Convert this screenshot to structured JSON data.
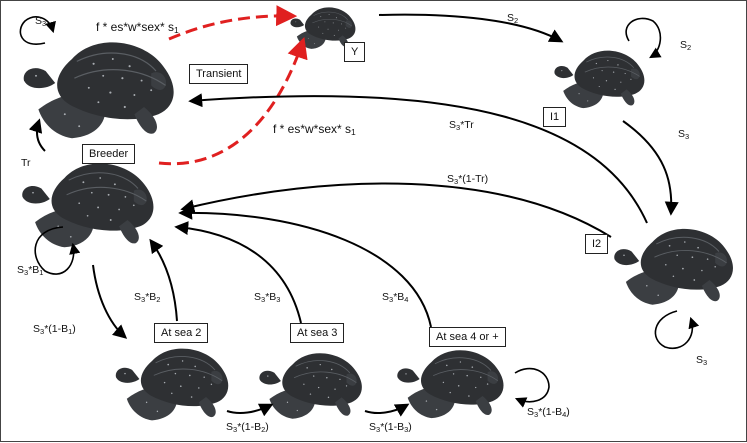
{
  "stages": {
    "y": "Y",
    "transient": "Transient",
    "i1": "I1",
    "i2": "I2",
    "breeder": "Breeder",
    "at_sea_2": "At sea 2",
    "at_sea_3": "At sea 3",
    "at_sea_4": "At sea 4 or +"
  },
  "transitions": {
    "transient_self": {
      "base": "S",
      "sub": "3",
      "tail": ""
    },
    "fecundity_top": {
      "base": "f * es*w*sex* s",
      "sub": "1",
      "tail": ""
    },
    "fecundity_mid": {
      "base": "f * es*w*sex* s",
      "sub": "1",
      "tail": ""
    },
    "y_to_i1": {
      "base": "S",
      "sub": "2",
      "tail": ""
    },
    "i1_self": {
      "base": "S",
      "sub": "2",
      "tail": ""
    },
    "i1_to_i2": {
      "base": "S",
      "sub": "3",
      "tail": ""
    },
    "i2_to_transient": {
      "base": "S",
      "sub": "3",
      "tail": "*Tr"
    },
    "i2_to_breeder": {
      "base": "S",
      "sub": "3",
      "tail": "*(1-Tr)"
    },
    "i2_self": {
      "base": "S",
      "sub": "3",
      "tail": ""
    },
    "tr": {
      "base": "Tr",
      "sub": "",
      "tail": ""
    },
    "breeder_self": {
      "base": "S",
      "sub": "3",
      "tail": "*B",
      "sub2": "1"
    },
    "breeder_to_sea2": {
      "base": "S",
      "sub": "3",
      "tail": "*(1-B",
      "sub2": "1",
      "tail2": ")"
    },
    "sea2_to_breeder": {
      "base": "S",
      "sub": "3",
      "tail": "*B",
      "sub2": "2"
    },
    "sea3_to_breeder": {
      "base": "S",
      "sub": "3",
      "tail": "*B",
      "sub2": "3"
    },
    "sea4_to_breeder": {
      "base": "S",
      "sub": "3",
      "tail": "*B",
      "sub2": "4"
    },
    "sea2_to_sea3": {
      "base": "S",
      "sub": "3",
      "tail": "*(1-B",
      "sub2": "2",
      "tail2": ")"
    },
    "sea3_to_sea4": {
      "base": "S",
      "sub": "3",
      "tail": "*(1-B",
      "sub2": "3",
      "tail2": ")"
    },
    "sea4_self": {
      "base": "S",
      "sub": "3",
      "tail": "*(1-B",
      "sub2": "4",
      "tail2": ")"
    }
  },
  "colors": {
    "arrow": "#000000",
    "fecundity_arrow": "#e02020",
    "turtle_body": "#2e3033",
    "turtle_flipper": "#3b3e42",
    "turtle_spot": "#a9adb2"
  },
  "icons": {
    "turtle": "leatherback-turtle-icon"
  }
}
